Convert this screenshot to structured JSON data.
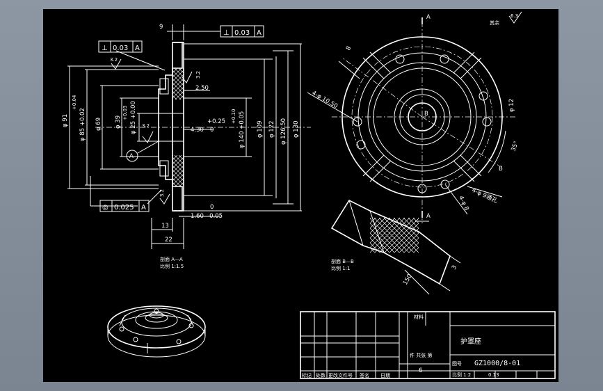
{
  "tolerances": {
    "perp_top_right": {
      "symbol": "⊥",
      "value": "0.03",
      "datum": "A"
    },
    "perp_left": {
      "symbol": "⊥",
      "value": "0.03",
      "datum": "A"
    },
    "concentric": {
      "symbol": "◎",
      "value": "0.025",
      "datum": "A"
    }
  },
  "section_view": {
    "dims_left": [
      "φ 91",
      "+0.04",
      "φ 85 +0.02",
      "φ 69",
      "φ 39",
      "+0.03",
      "φ 25 +0.00"
    ],
    "dims_right": [
      "+0.10",
      "φ 140 +0.05",
      "φ 109",
      "φ 122",
      "φ 126.50",
      "φ 130"
    ],
    "dims_misc": [
      "9",
      "2.50",
      "+0.25",
      "4.30",
      "0",
      "0",
      "1.60",
      "-0.05",
      "13",
      "22"
    ],
    "roughness": [
      "3.2",
      "3.2",
      "3.2",
      "3.2"
    ],
    "datum_label": "A",
    "caption": [
      "剖面 A—A",
      "比例 1:1.5"
    ]
  },
  "plan_view": {
    "section_marks": [
      "A",
      "A",
      "B",
      "B"
    ],
    "dims": [
      "8",
      "4-φ 10.50",
      "φ 12",
      "35°",
      "4-φ 9通孔",
      "4-φ 8",
      "B"
    ]
  },
  "detail_view": {
    "dims": [
      "150",
      "3"
    ],
    "caption": [
      "剖面 B—B",
      "比例 1:1"
    ]
  },
  "corner_note": {
    "label": "其余",
    "roughness": "6.3"
  },
  "title_block": {
    "part_name": "护罩座",
    "drawing_no": "GZ1000/8-01",
    "drawing_no_label": "图号",
    "material_label": "材料",
    "qty_label": "件 共张 第",
    "qty_value": "6",
    "scale_label": "比例",
    "scale_value": "1:2",
    "weight_value": "0.13",
    "footer_cells": [
      "标记",
      "处数",
      "更改文件号",
      "签名",
      "日期"
    ]
  }
}
